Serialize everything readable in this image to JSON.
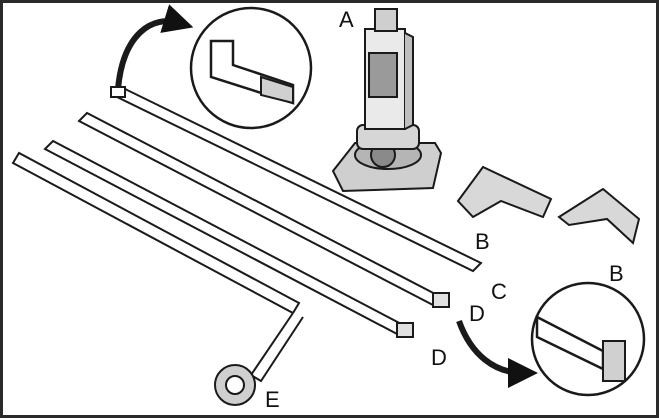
{
  "labels": {
    "a": "A",
    "b_left": "B",
    "b_right": "B",
    "c": "C",
    "d_upper": "D",
    "d_lower": "D",
    "e": "E"
  },
  "colors": {
    "ink": "#1a1a1a",
    "paper": "#ffffff",
    "shade": "#9a9a9a"
  }
}
